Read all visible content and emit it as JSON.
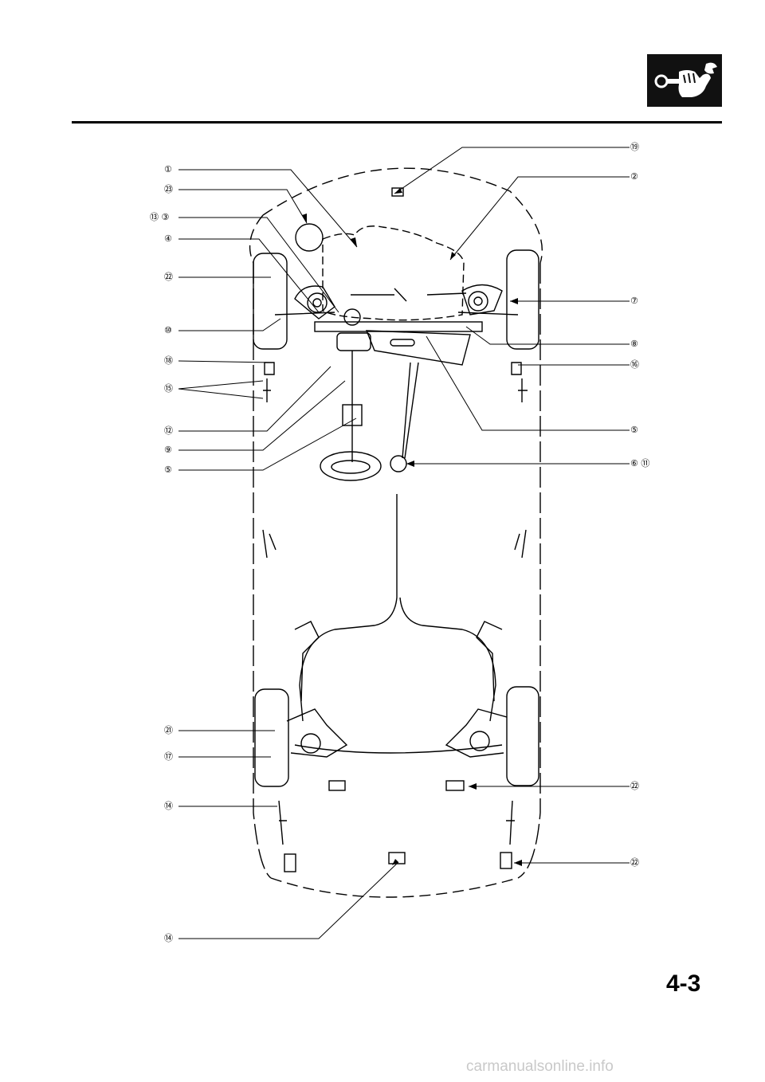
{
  "header": {
    "icon": "tool-wrench-hand-icon"
  },
  "page_number": "4-3",
  "watermark": "carmanualsonline.info",
  "callouts_left": [
    {
      "id": "c1",
      "label": "①"
    },
    {
      "id": "c23",
      "label": "㉓"
    },
    {
      "id": "c13-3",
      "label": "⑬ ③"
    },
    {
      "id": "c4",
      "label": "④"
    },
    {
      "id": "c22a",
      "label": "㉒"
    },
    {
      "id": "c10",
      "label": "⑩"
    },
    {
      "id": "c18",
      "label": "⑱"
    },
    {
      "id": "c15",
      "label": "⑮"
    },
    {
      "id": "c12",
      "label": "⑫"
    },
    {
      "id": "c9",
      "label": "⑨"
    },
    {
      "id": "c5a",
      "label": "⑤"
    },
    {
      "id": "c21",
      "label": "㉑"
    },
    {
      "id": "c17",
      "label": "⑰"
    },
    {
      "id": "c14a",
      "label": "⑭"
    },
    {
      "id": "c14b",
      "label": "⑭"
    }
  ],
  "callouts_right": [
    {
      "id": "c19",
      "label": "⑲"
    },
    {
      "id": "c2",
      "label": "②"
    },
    {
      "id": "c7",
      "label": "⑦"
    },
    {
      "id": "c8",
      "label": "⑧"
    },
    {
      "id": "c16",
      "label": "⑯"
    },
    {
      "id": "c5b",
      "label": "⑤"
    },
    {
      "id": "c6-11",
      "label": "⑥ ⑪"
    },
    {
      "id": "c22b",
      "label": "㉒"
    },
    {
      "id": "c22c",
      "label": "㉒"
    }
  ]
}
